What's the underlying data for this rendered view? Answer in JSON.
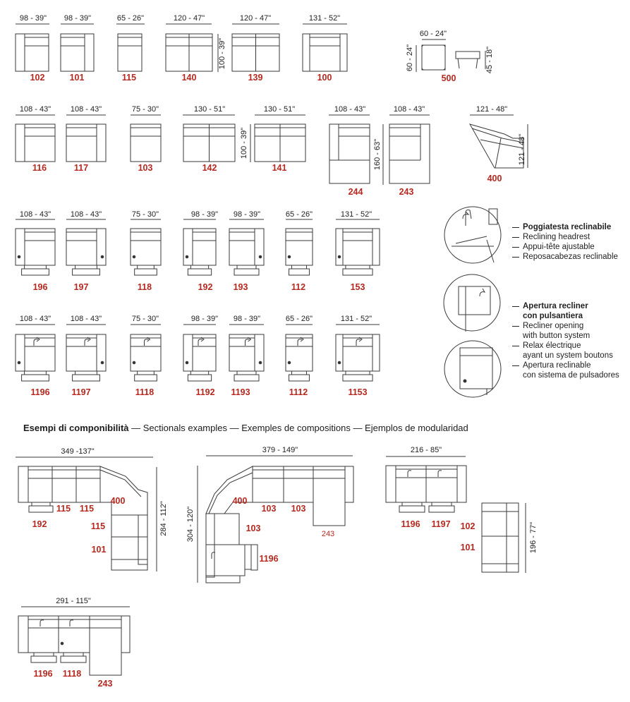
{
  "modules": {
    "r1": [
      {
        "dim": "98 - 39\"",
        "code": "102"
      },
      {
        "dim": "98 - 39\"",
        "code": "101"
      },
      {
        "dim": "65 - 26\"",
        "code": "115"
      },
      {
        "dim": "120 - 47\"",
        "code": "140"
      },
      {
        "dim": "120 - 47\"",
        "code": "139"
      },
      {
        "dim": "131 - 52\"",
        "code": "100"
      }
    ],
    "r1_depth": "100 - 39\"",
    "pouf": {
      "width": "60 - 24\"",
      "depth": "60 - 24\"",
      "height": "45 - 18\"",
      "code": "500"
    },
    "r2": [
      {
        "dim": "108 - 43\"",
        "code": "116"
      },
      {
        "dim": "108 - 43\"",
        "code": "117"
      },
      {
        "dim": "75 - 30\"",
        "code": "103"
      },
      {
        "dim": "130 - 51\"",
        "code": "142"
      },
      {
        "dim": "130 - 51\"",
        "code": "141"
      },
      {
        "dim": "108 - 43\"",
        "code": "244"
      },
      {
        "dim": "108 - 43\"",
        "code": "243"
      },
      {
        "dim": "121 - 48\"",
        "code": "400"
      }
    ],
    "r2_depth": "100 - 39\"",
    "r2_chaise_depth": "160 - 63\"",
    "r2_corner_depth": "121 - 48\"",
    "r3": [
      {
        "dim": "108 - 43\"",
        "code": "196"
      },
      {
        "dim": "108 - 43\"",
        "code": "197"
      },
      {
        "dim": "75 - 30\"",
        "code": "118"
      },
      {
        "dim": "98 - 39\"",
        "code": "192"
      },
      {
        "dim": "98 - 39\"",
        "code": "193"
      },
      {
        "dim": "65 - 26\"",
        "code": "112"
      },
      {
        "dim": "131 - 52\"",
        "code": "153"
      }
    ],
    "r4": [
      {
        "dim": "108 - 43\"",
        "code": "1196"
      },
      {
        "dim": "108 - 43\"",
        "code": "1197"
      },
      {
        "dim": "75 - 30\"",
        "code": "1118"
      },
      {
        "dim": "98 - 39\"",
        "code": "1192"
      },
      {
        "dim": "98 - 39\"",
        "code": "1193"
      },
      {
        "dim": "65 - 26\"",
        "code": "1112"
      },
      {
        "dim": "131 - 52\"",
        "code": "1153"
      }
    ]
  },
  "legend": {
    "headrest": {
      "title": "Poggiatesta reclinabile",
      "lines": [
        "Reclining headrest",
        "Appui-tête ajustable",
        "Reposacabezas reclinable"
      ]
    },
    "recliner": {
      "title1": "Apertura recliner",
      "title2": "con pulsantiera",
      "lines": [
        [
          "Recliner opening",
          "with button system"
        ],
        [
          "Relax électrique",
          "ayant un system boutons"
        ],
        [
          "Apertura reclinable",
          "con sistema de pulsadores"
        ]
      ]
    }
  },
  "examples": {
    "title_bold": "Esempi di componibilità",
    "title_rest": " — Sectionals examples — Exemples de compositions — Ejemplos de modularidad",
    "c1": {
      "width": "349 -137\"",
      "depth": "284 - 112\"",
      "codes": [
        "192",
        "115",
        "115",
        "400",
        "115",
        "101"
      ]
    },
    "c2": {
      "width": "379 - 149\"",
      "depth": "304 - 120\"",
      "codes": [
        "400",
        "103",
        "103",
        "243",
        "103",
        "1196"
      ]
    },
    "c3": {
      "width": "216 - 85\"",
      "depth": "196 - 77\"",
      "codes": [
        "1196",
        "1197",
        "102",
        "101"
      ]
    },
    "c4": {
      "width": "291 - 115\"",
      "codes": [
        "1196",
        "1118",
        "243"
      ]
    }
  }
}
